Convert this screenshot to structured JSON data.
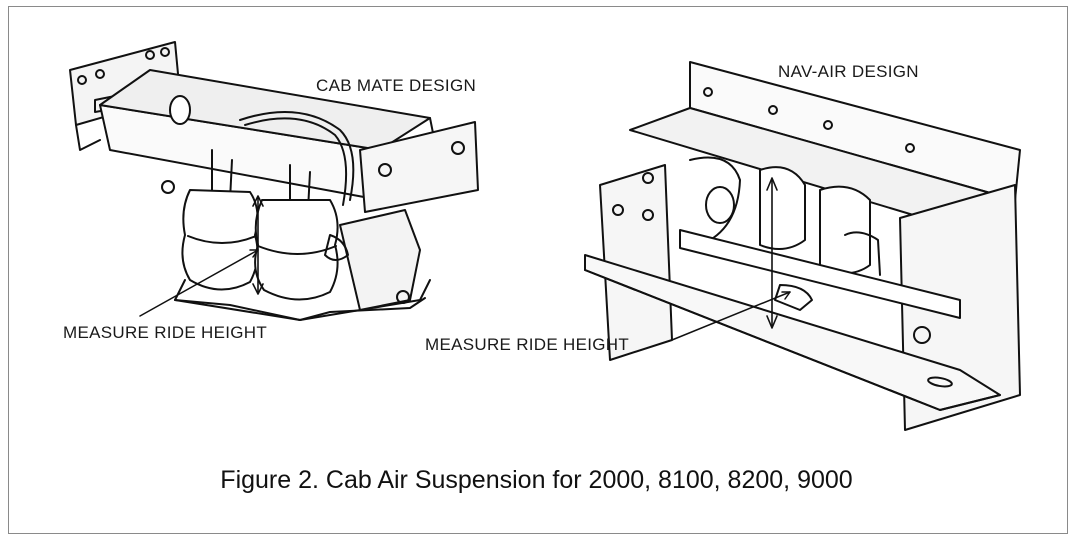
{
  "figure": {
    "caption": "Figure 2. Cab Air Suspension for 2000, 8100, 8200, 9000",
    "left_view": {
      "title": "CAB MATE DESIGN",
      "callout": "MEASURE RIDE HEIGHT",
      "illustration": "cab-mate-suspension-drawing"
    },
    "right_view": {
      "title": "NAV-AIR DESIGN",
      "callout": "MEASURE RIDE HEIGHT",
      "illustration": "nav-air-suspension-drawing"
    }
  }
}
